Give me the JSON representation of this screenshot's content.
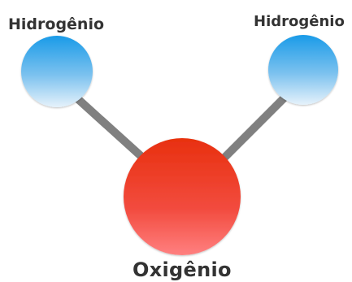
{
  "diagram": {
    "atoms": {
      "hydrogen_left": {
        "label": "Hidrogênio",
        "color_top": "#1a9be8",
        "color_bottom": "#e6f2fb"
      },
      "hydrogen_right": {
        "label": "Hidrogênio",
        "color_top": "#1a9be8",
        "color_bottom": "#e6f2fb"
      },
      "oxygen": {
        "label": "Oxigênio",
        "color_top": "#e83a1e",
        "color_bottom": "#ff7a7a"
      }
    },
    "bond_color": "#808080",
    "label_color": "#333333"
  }
}
